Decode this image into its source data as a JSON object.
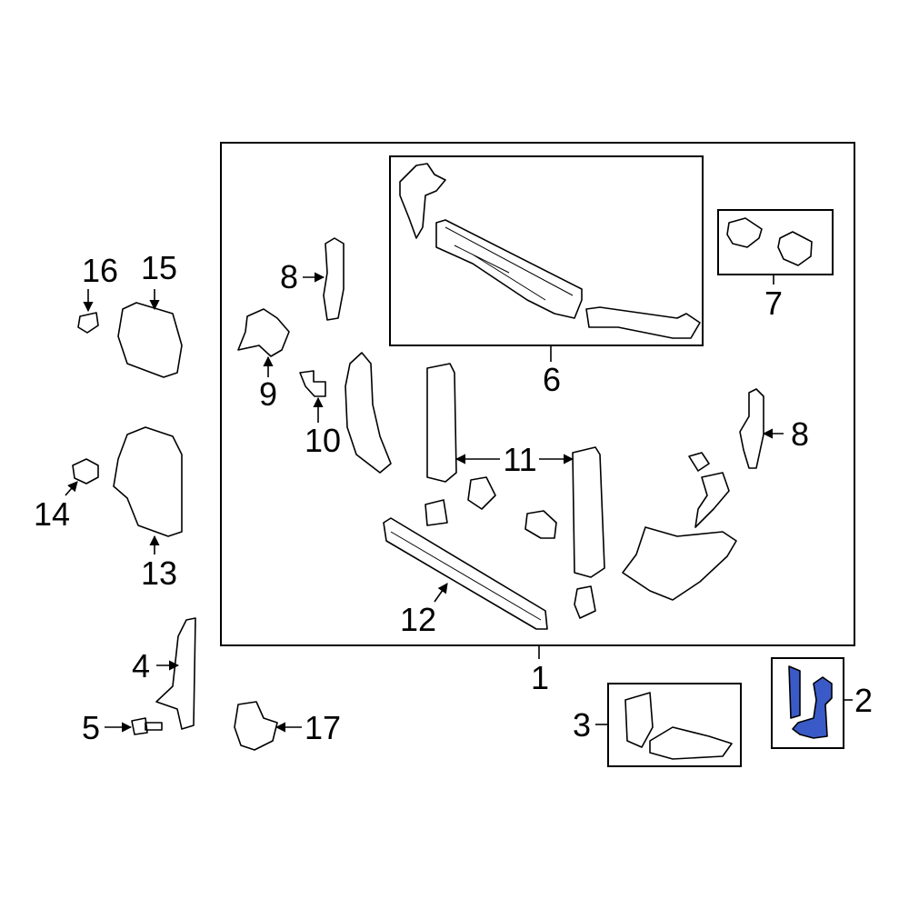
{
  "diagram": {
    "highlight_color": "#3a5bc7",
    "highlighted_part": "2",
    "callouts": {
      "c1": "1",
      "c2": "2",
      "c3": "3",
      "c4": "4",
      "c5": "5",
      "c6": "6",
      "c7": "7",
      "c8a": "8",
      "c8b": "8",
      "c9": "9",
      "c10": "10",
      "c11": "11",
      "c12": "12",
      "c13": "13",
      "c14": "14",
      "c15": "15",
      "c16": "16",
      "c17": "17"
    }
  }
}
